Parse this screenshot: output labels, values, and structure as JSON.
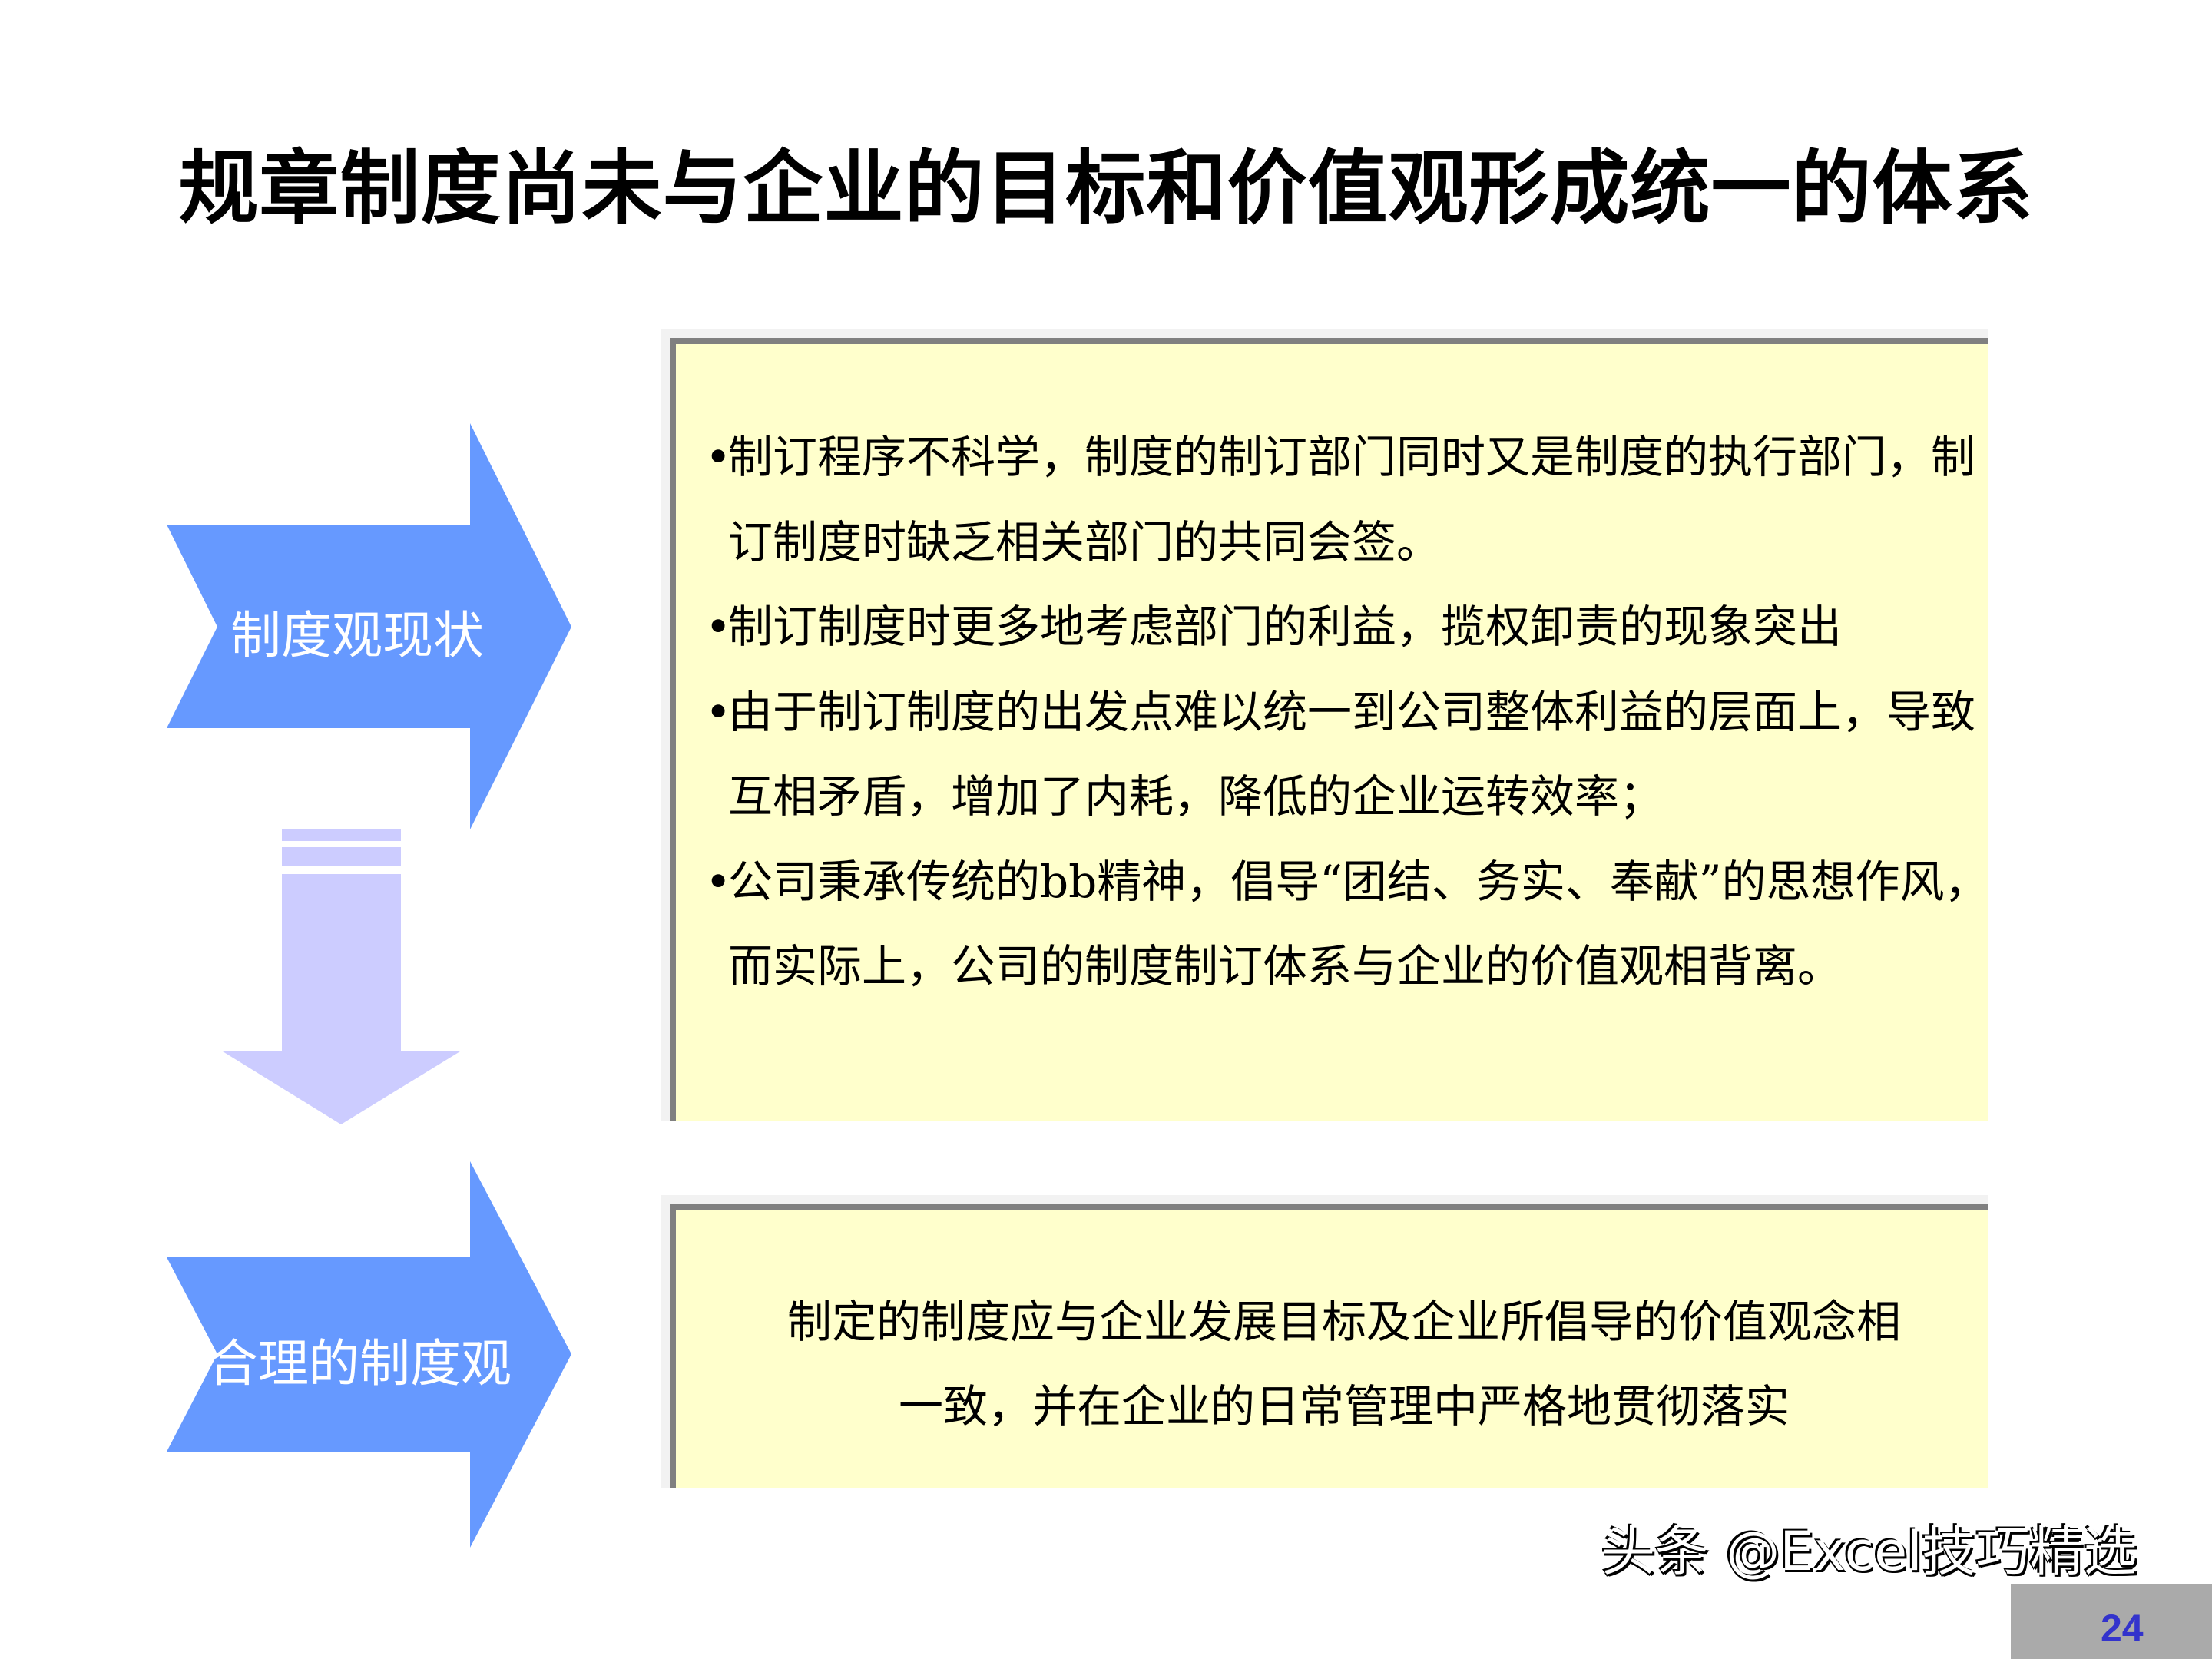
{
  "title": "规章制度尚未与企业的目标和价值观形成统一的体系",
  "arrows": {
    "current": {
      "label": "制度观现状",
      "color": "#6699ff"
    },
    "target": {
      "label": "合理的制度观",
      "color": "#6699ff"
    },
    "down_arrow_color": "#ccccff"
  },
  "current_box": {
    "fill_color": "#ffffcc",
    "bullets": [
      {
        "bullet": "•",
        "text": "制订程序不科学，制度的制订部门同时又是制度的执行部门，制订制度时缺乏相关部门的共同会签。"
      },
      {
        "bullet": "•",
        "text": "制订制度时更多地考虑部门的利益，揽权卸责的现象突出"
      },
      {
        "bullet": "•",
        "text": "由于制订制度的出发点难以统一到公司整体利益的层面上，导致互相矛盾，增加了内耗，降低的企业运转效率；"
      },
      {
        "bullet": "•",
        "text": "公司秉承传统的bb精神，倡导“团结、务实、奉献”的思想作风，而实际上，公司的制度制订体系与企业的价值观相背离。"
      }
    ]
  },
  "target_box": {
    "fill_color": "#ffffcc",
    "lines": [
      "制定的制度应与企业发展目标及企业所倡导的价值观念相",
      "一致，并在企业的日常管理中严格地贯彻落实"
    ]
  },
  "watermark": "头条 @Excel技巧精选",
  "page_number": "24"
}
